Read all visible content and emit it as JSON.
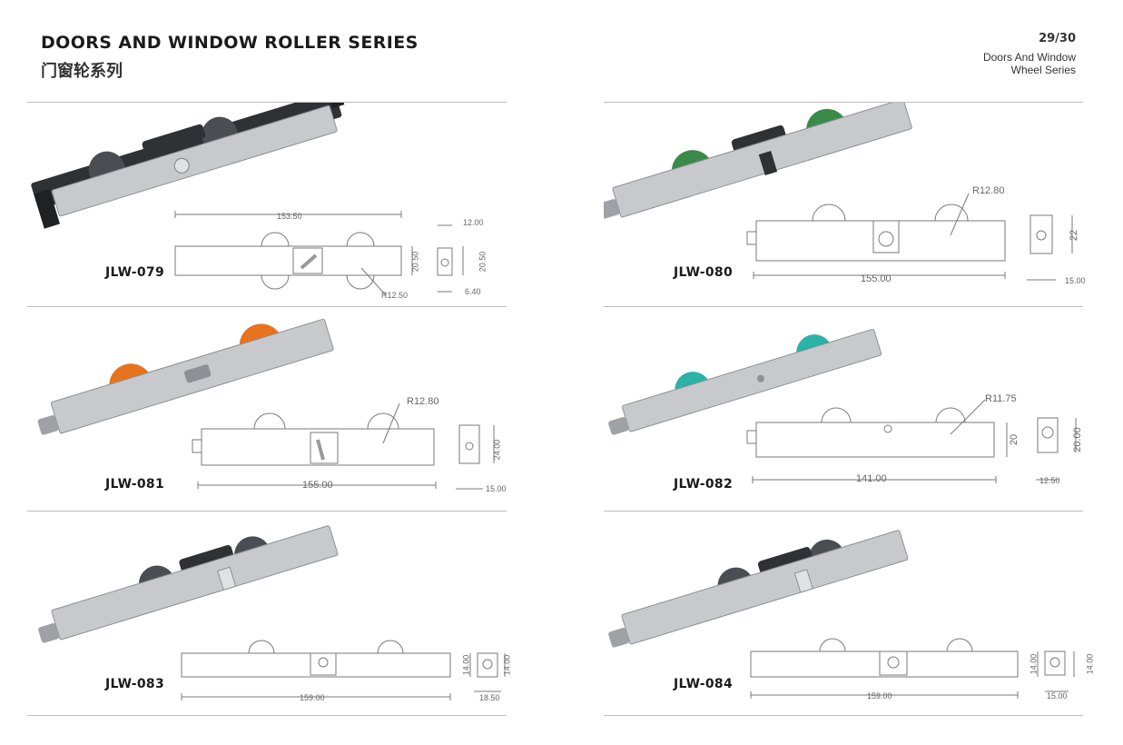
{
  "header": {
    "title_en": "DOORS AND WINDOW ROLLER SERIES",
    "title_cn": "门窗轮系列",
    "page": "29/30",
    "series_line1": "Doors And Window",
    "series_line2": "Wheel Series"
  },
  "colors": {
    "steel": "#c7c9cc",
    "dark_housing": "#2f3135",
    "wheel_dark": "#4a4d52",
    "wheel_green": "#3a8a4a",
    "wheel_orange": "#e8731e",
    "wheel_teal": "#2ab3a6",
    "rule": "#bdbdbd"
  },
  "products": [
    {
      "model": "JLW-079",
      "wheel": "dark",
      "housing": "black",
      "dims": {
        "length": "153.50",
        "height": "20.50",
        "width_top": "12.00",
        "side_height": "20.50",
        "width_bottom": "6.40",
        "radius": "R12.50"
      }
    },
    {
      "model": "JLW-080",
      "wheel": "green",
      "housing": "steel",
      "dims": {
        "length": "155.00",
        "radius": "R12.80",
        "side_height": "22",
        "width_bottom": "15.00"
      }
    },
    {
      "model": "JLW-081",
      "wheel": "orange",
      "housing": "steel",
      "dims": {
        "length": "155.00",
        "radius": "R12.80",
        "side_height": "24.00",
        "width_bottom": "15.00"
      }
    },
    {
      "model": "JLW-082",
      "wheel": "teal",
      "housing": "steel",
      "dims": {
        "length": "141.00",
        "radius": "R11.75",
        "height": "20",
        "side_height": "20.00",
        "width_bottom": "12.50"
      }
    },
    {
      "model": "JLW-083",
      "wheel": "dark",
      "housing": "steel",
      "dims": {
        "length": "159.00",
        "height": "14.00",
        "side_height": "14.00",
        "width_bottom": "18.50"
      }
    },
    {
      "model": "JLW-084",
      "wheel": "dark",
      "housing": "steel",
      "dims": {
        "length": "159.00",
        "height": "14.00",
        "side_height": "14.00",
        "width_bottom": "15.00"
      }
    }
  ]
}
